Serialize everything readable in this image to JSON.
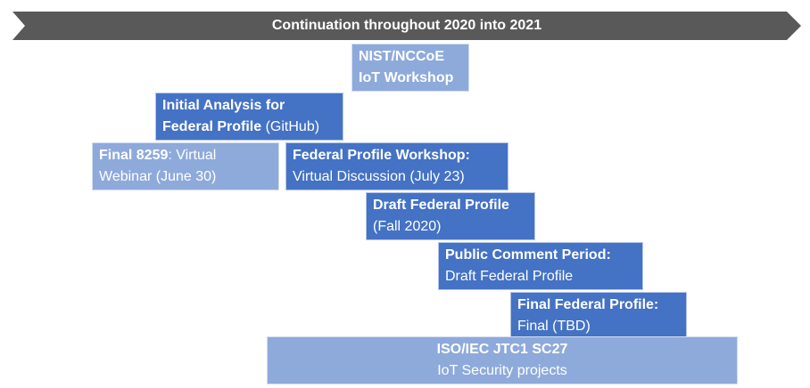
{
  "banner": {
    "text": "Continuation throughout 2020 into 2021",
    "color": "#595959"
  },
  "colors": {
    "dark_box": "#4472c4",
    "light_box": "#8eaadb"
  },
  "boxes": {
    "nist": {
      "line1": "NIST/NCCoE",
      "line2": "IoT Workshop"
    },
    "initial": {
      "line1": "Initial Analysis for",
      "line2_bold": "Federal Profile",
      "line2_rest": " (GitHub)"
    },
    "final8259": {
      "line1_bold": "Final 8259",
      "line1_rest": ": Virtual",
      "line2": "Webinar (June 30)"
    },
    "workshop": {
      "line1": "Federal Profile Workshop:",
      "line2": "Virtual Discussion (July 23)"
    },
    "draft": {
      "line1": "Draft Federal Profile",
      "line2": "(Fall 2020)"
    },
    "comment": {
      "line1": "Public Comment Period:",
      "line2": "Draft Federal Profile"
    },
    "finalprofile": {
      "line1": "Final Federal Profile:",
      "line2": "Final (TBD)"
    },
    "iso": {
      "line1": "ISO/IEC JTC1 SC27",
      "line2": "IoT Security projects"
    }
  }
}
